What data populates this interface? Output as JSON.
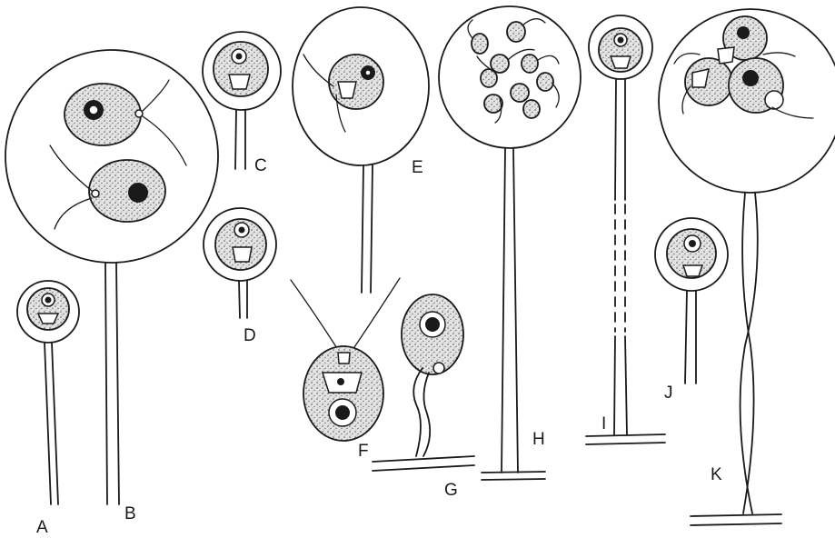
{
  "figure": {
    "labels": {
      "A": "A",
      "B": "B",
      "C": "C",
      "D": "D",
      "E": "E",
      "F": "F",
      "G": "G",
      "H": "H",
      "I": "I",
      "J": "J",
      "K": "K"
    }
  }
}
